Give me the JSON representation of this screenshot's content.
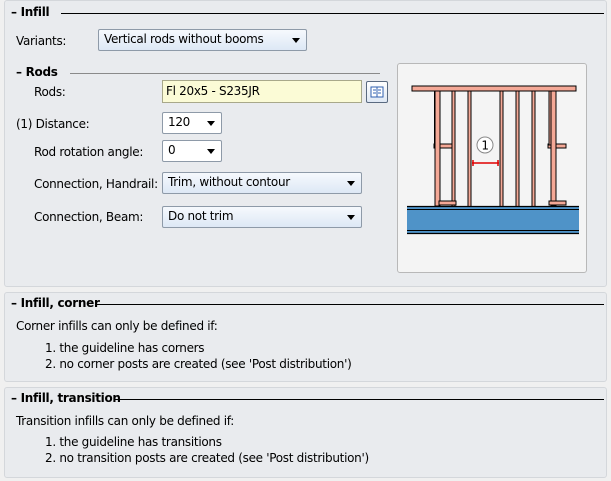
{
  "infill": {
    "title": "Infill",
    "variants_label": "Variants:",
    "variants_value": "Vertical rods without booms",
    "rods_section": "Rods",
    "rods_label": "Rods:",
    "rods_value": "Fl 20x5 - S235JR",
    "distance_label": "(1) Distance:",
    "distance_value": "120",
    "rotation_label": "Rod rotation angle:",
    "rotation_value": "0",
    "handrail_label": "Connection, Handrail:",
    "handrail_value": "Trim, without contour",
    "beam_label": "Connection, Beam:",
    "beam_value": "Do not trim",
    "diagram_marker": "1"
  },
  "corner": {
    "title": "Infill, corner",
    "intro": "Corner infills can only be defined if:",
    "items": [
      "1. the guideline has corners",
      "2. no corner posts are created (see 'Post distribution')"
    ]
  },
  "transition": {
    "title": "Infill, transition",
    "intro": "Transition infills can only be defined if:",
    "items": [
      "1. the guideline has transitions",
      "2. no transition posts are created (see 'Post distribution')"
    ]
  },
  "colors": {
    "rod": "#f4a896",
    "beam": "#4f93c8",
    "dimension": "#e00000"
  }
}
